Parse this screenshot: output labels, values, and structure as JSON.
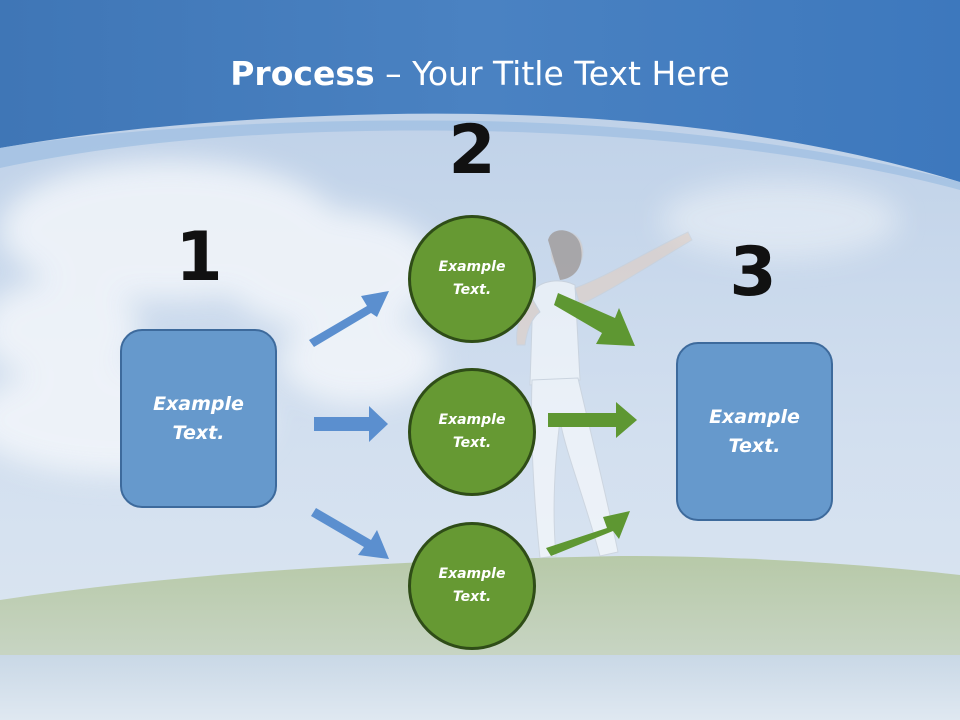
{
  "title": {
    "bold": "Process",
    "rest": " – Your Title Text Here"
  },
  "step_numbers": [
    "1",
    "2",
    "3"
  ],
  "left_box": {
    "text": "Example\nText."
  },
  "circles": [
    {
      "text": "Example\nText."
    },
    {
      "text": "Example\nText."
    },
    {
      "text": "Example\nText."
    }
  ],
  "right_box": {
    "text": "Example\nText."
  },
  "colors": {
    "header_blue": "#4a82c2",
    "box_blue": "#6699cc",
    "circle_green": "#669933",
    "arrow_blue": "#5b8fcf",
    "arrow_green": "#5e9732"
  },
  "background": {
    "scene": "sky-clouds-grass-water",
    "figure": "woman-arms-outstretched"
  }
}
